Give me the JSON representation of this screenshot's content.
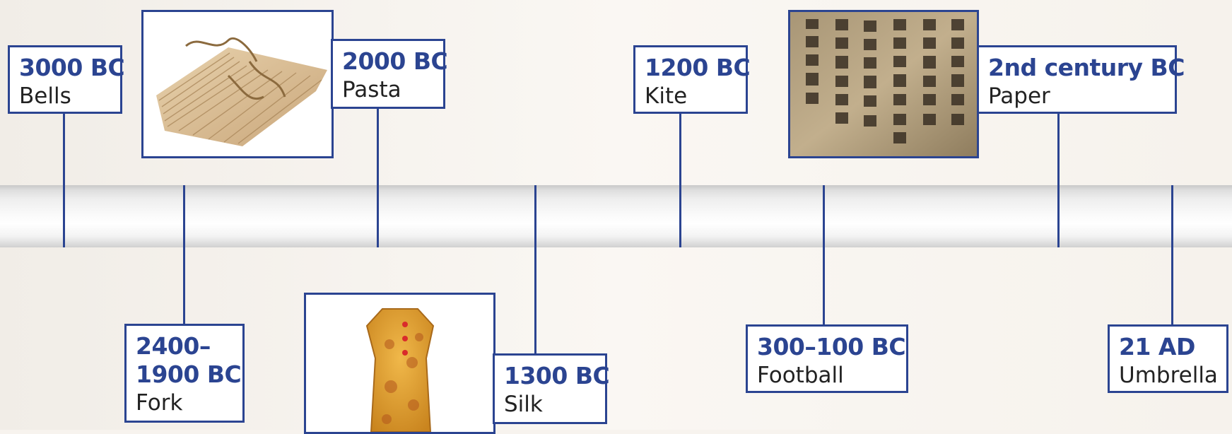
{
  "events": [
    {
      "date": "3000 BC",
      "item": "Bells"
    },
    {
      "date": "2400–1900 BC",
      "date_line1": "2400–",
      "date_line2": "1900 BC",
      "item": "Fork"
    },
    {
      "date": "2000 BC",
      "item": "Pasta"
    },
    {
      "date": "1300 BC",
      "item": "Silk"
    },
    {
      "date": "1200 BC",
      "item": "Kite"
    },
    {
      "date": "300–100 BC",
      "item": "Football"
    },
    {
      "date": "2nd century BC",
      "item": "Paper"
    },
    {
      "date": "21 AD",
      "item": "Umbrella"
    }
  ],
  "images": {
    "pasta": "photo-of-bundled-pasta",
    "silk": "photo-of-silk-garment",
    "paper": "photo-of-ancient-chinese-paper-with-characters"
  },
  "colors": {
    "accent": "#2b4491",
    "background": "#f7f3ee",
    "text": "#222222"
  }
}
